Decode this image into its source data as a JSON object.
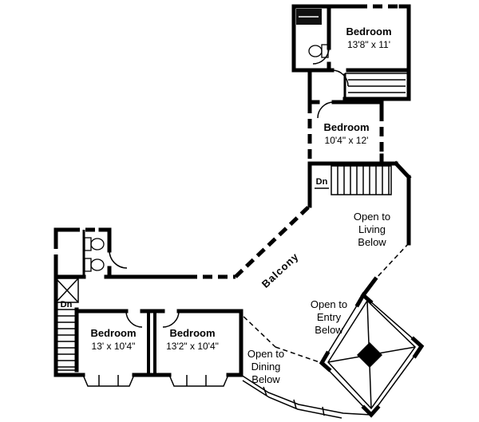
{
  "labels": {
    "bedroom1": {
      "name": "Bedroom",
      "dims": "13'8\" x 11'"
    },
    "bedroom2": {
      "name": "Bedroom",
      "dims": "10'4\" x 12'"
    },
    "bedroom3": {
      "name": "Bedroom",
      "dims": "13' x 10'4\""
    },
    "bedroom4": {
      "name": "Bedroom",
      "dims": "13'2\" x 10'4\""
    },
    "open_living": {
      "l1": "Open to",
      "l2": "Living",
      "l3": "Below"
    },
    "open_entry": {
      "l1": "Open to",
      "l2": "Entry",
      "l3": "Below"
    },
    "open_dining": {
      "l1": "Open to",
      "l2": "Dining",
      "l3": "Below"
    },
    "balcony": "Balcony",
    "down_right": "Dn",
    "down_left": "Dn"
  },
  "colors": {
    "line": "#000000",
    "background": "#ffffff"
  }
}
